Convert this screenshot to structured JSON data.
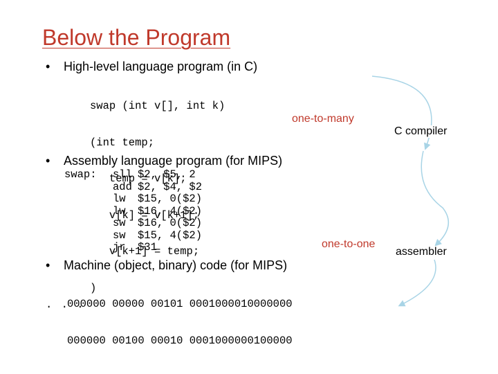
{
  "slide": {
    "title": "Below the Program",
    "bullets": [
      {
        "marker": "•",
        "text": "High-level language program (in C)"
      },
      {
        "marker": "•",
        "text": "Assembly language program (for MIPS)"
      },
      {
        "marker": "•",
        "text": "Machine (object, binary) code (for MIPS)"
      }
    ],
    "c_code": [
      "swap (int v[], int k)",
      "(int temp;",
      "   temp = v[k];",
      "   v[k] = v[k+1];",
      "   v[k+1] = temp;",
      ")"
    ],
    "asm_label": "swap:",
    "asm_rows": [
      {
        "op": "sll",
        "args": "$2, $5, 2"
      },
      {
        "op": "add",
        "args": "$2, $4, $2"
      },
      {
        "op": "lw",
        "args": "$15, 0($2)"
      },
      {
        "op": "lw",
        "args": "$16, 4($2)"
      },
      {
        "op": "sw",
        "args": "$16, 0($2)"
      },
      {
        "op": "sw",
        "args": "$15, 4($2)"
      },
      {
        "op": "jr",
        "args": "$31"
      }
    ],
    "machine_code": [
      "000000 00000 00101 0001000010000000",
      "000000 00100 00010 0001000000100000"
    ],
    "ellipsis": ". . .",
    "mapping_labels": {
      "c_to_asm": "one-to-many",
      "asm_to_machine": "one-to-one"
    },
    "tools": {
      "compiler": "C compiler",
      "assembler": "assembler"
    },
    "colors": {
      "title": "#c0392b",
      "mapping_label": "#c0392b",
      "arrow": "#a8d4e6"
    }
  }
}
